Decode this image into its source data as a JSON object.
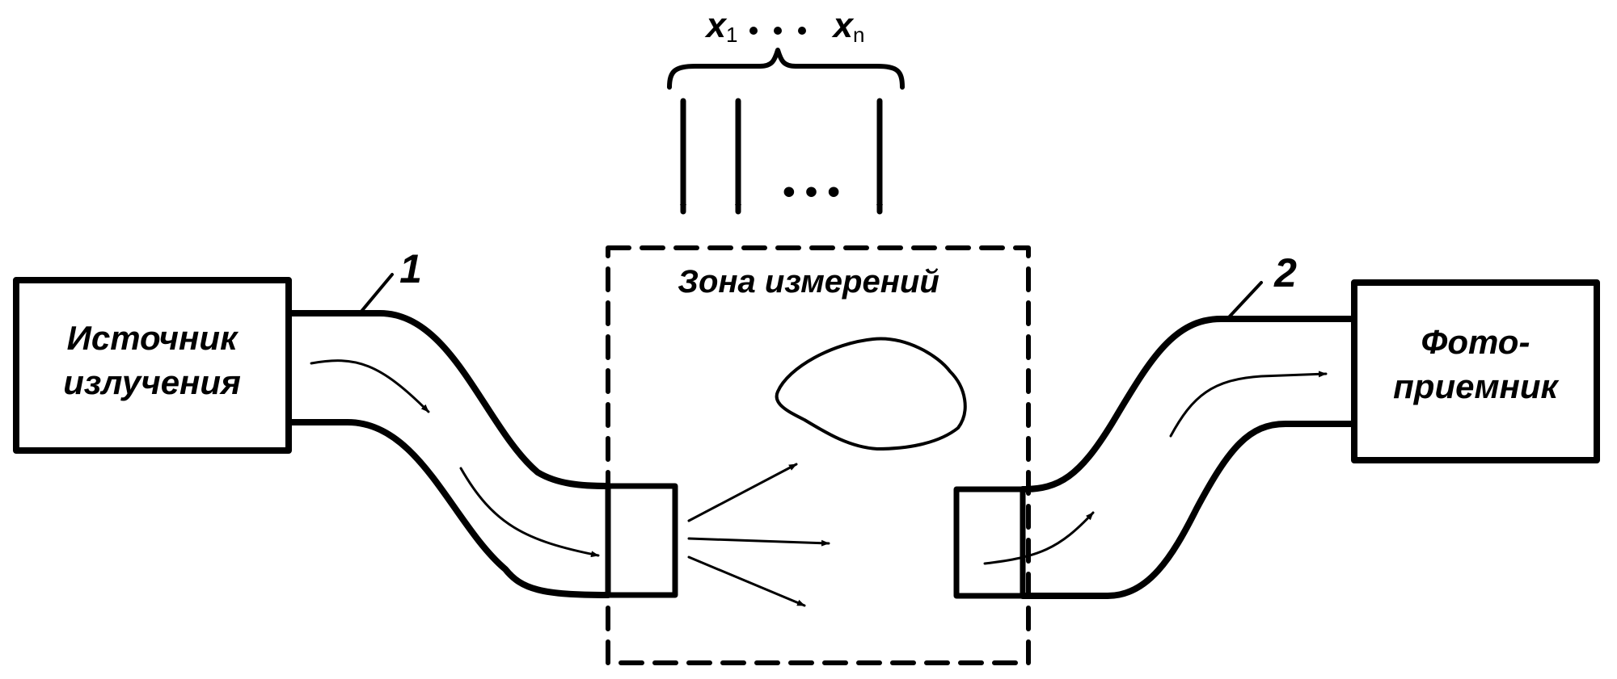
{
  "source": {
    "line1": "Источник",
    "line2": "излучения"
  },
  "detector": {
    "line1": "Фото-",
    "line2": "приемник"
  },
  "zone": {
    "label": "Зона измерений"
  },
  "fibers": {
    "input_number": "1",
    "output_number": "2"
  },
  "variables": {
    "first": "x",
    "first_sub": "1",
    "last": "x",
    "last_sub": "n",
    "dots": "• • •"
  },
  "colors": {
    "ink": "#000000",
    "background": "#ffffff"
  }
}
